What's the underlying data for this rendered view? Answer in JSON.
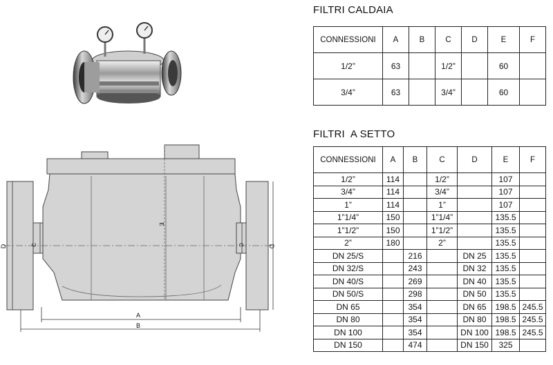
{
  "caldaia": {
    "title": "FILTRI CALDAIA",
    "headers": [
      "CONNESSIONI",
      "A",
      "B",
      "C",
      "D",
      "E",
      "F"
    ],
    "rows": [
      [
        "1/2”",
        "63",
        "",
        "1/2”",
        "",
        "60",
        ""
      ],
      [
        "3/4”",
        "63",
        "",
        "3/4”",
        "",
        "60",
        ""
      ]
    ]
  },
  "setto": {
    "title": "FILTRI  A SETTO",
    "headers": [
      "CONNESSIONI",
      "A",
      "B",
      "C",
      "D",
      "E",
      "F"
    ],
    "rows": [
      [
        "1/2”",
        "114",
        "",
        "1/2”",
        "",
        "107",
        ""
      ],
      [
        "3/4”",
        "114",
        "",
        "3/4”",
        "",
        "107",
        ""
      ],
      [
        "1”",
        "114",
        "",
        "1”",
        "",
        "107",
        ""
      ],
      [
        "1”1/4”",
        "150",
        "",
        "1”1/4”",
        "",
        "135.5",
        ""
      ],
      [
        "1”1/2”",
        "150",
        "",
        "1”1/2”",
        "",
        "135.5",
        ""
      ],
      [
        "2”",
        "180",
        "",
        "2”",
        "",
        "135.5",
        ""
      ],
      [
        "DN 25/S",
        "",
        "216",
        "",
        "DN 25",
        "135.5",
        ""
      ],
      [
        "DN 32/S",
        "",
        "243",
        "",
        "DN 32",
        "135.5",
        ""
      ],
      [
        "DN 40/S",
        "",
        "269",
        "",
        "DN 40",
        "135.5",
        ""
      ],
      [
        "DN 50/S",
        "",
        "298",
        "",
        "DN 50",
        "135.5",
        ""
      ],
      [
        "DN 65",
        "",
        "354",
        "",
        "DN 65",
        "198.5",
        "245.5"
      ],
      [
        "DN 80",
        "",
        "354",
        "",
        "DN 80",
        "198.5",
        "245.5"
      ],
      [
        "DN 100",
        "",
        "354",
        "",
        "DN 100",
        "198.5",
        "245.5"
      ],
      [
        "DN 150",
        "",
        "474",
        "",
        "DN 150",
        "325",
        ""
      ]
    ]
  },
  "drawing": {
    "labels": {
      "a": "A",
      "b": "B",
      "c": "C",
      "d": "D",
      "e": "E"
    }
  }
}
